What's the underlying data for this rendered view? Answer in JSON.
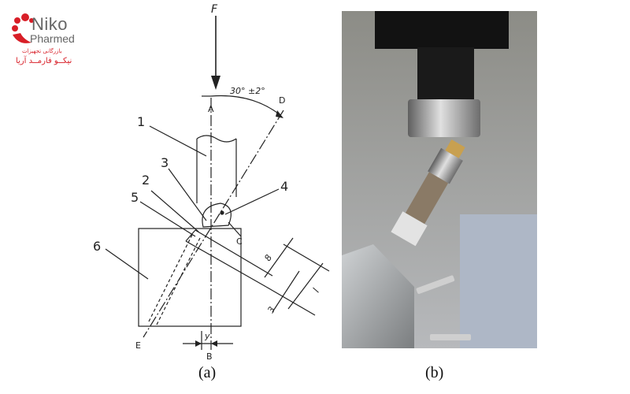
{
  "logo": {
    "brand_line1": "Niko",
    "brand_line2": "Pharmed",
    "persian_line1": "بازرگانی تجهیزات",
    "persian_line2": "نیکــو فارمــد آریا"
  },
  "diagram": {
    "force_label": "F",
    "angle_label": "30° ±2°",
    "point_labels": {
      "A": "A",
      "B": "B",
      "C": "C",
      "D": "D",
      "E": "E"
    },
    "callouts": [
      "1",
      "2",
      "3",
      "4",
      "5",
      "6"
    ],
    "dimension_labels": {
      "eight": "8",
      "l": "l",
      "three": "3",
      "y": "y"
    },
    "caption": "(a)"
  },
  "photo": {
    "caption": "(b)"
  },
  "colors": {
    "logo_red": "#d81e27",
    "logo_grey": "#666666",
    "line": "#222222"
  }
}
